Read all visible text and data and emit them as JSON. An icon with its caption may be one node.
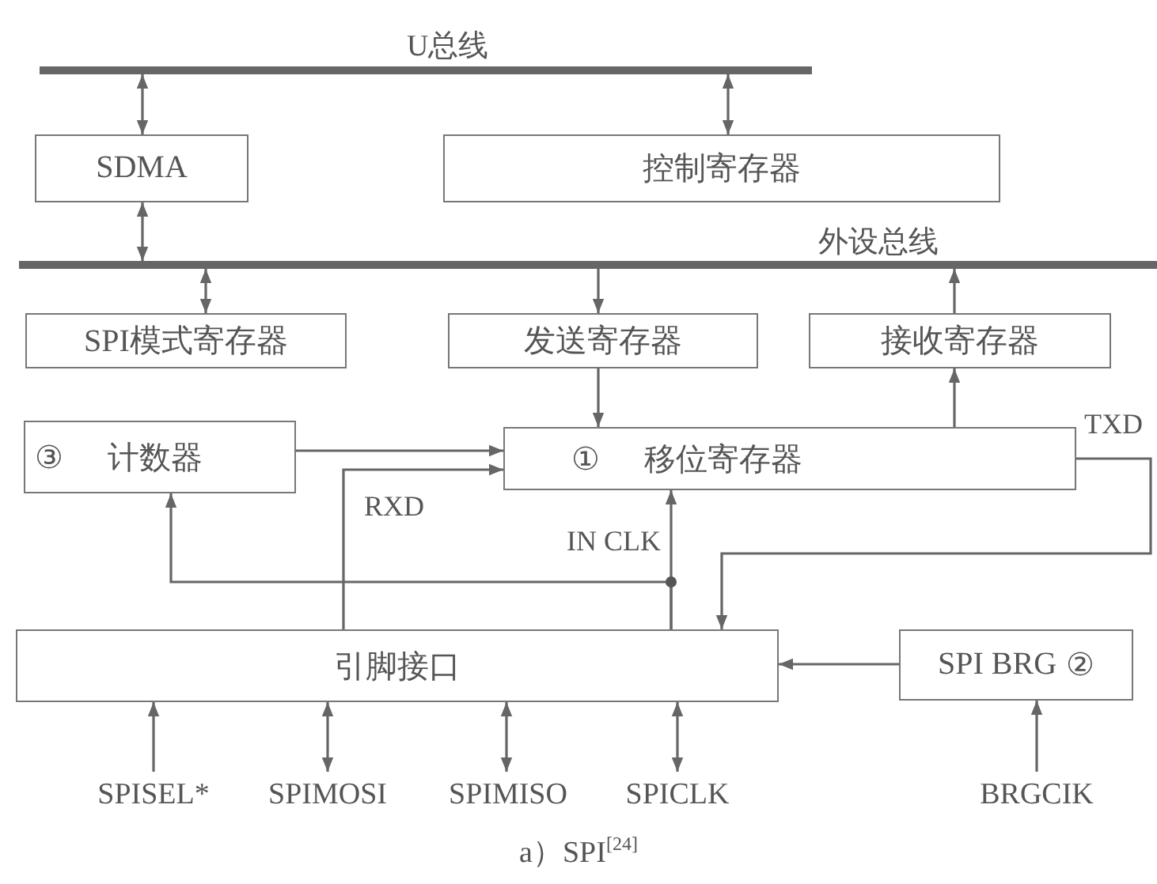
{
  "diagram": {
    "caption": "a）SPI$^{[24]}$",
    "nodes": [
      {
        "text": [
          "U总线"
        ]
      },
      {
        "text": [
          "SDMA"
        ]
      },
      {
        "text": [
          "控制寄存器"
        ]
      },
      {
        "text": [
          "外设总线"
        ]
      },
      {
        "text": [
          "SPI模式寄存器"
        ]
      },
      {
        "text": [
          "发送寄存器"
        ]
      },
      {
        "text": [
          "接收寄存器"
        ]
      },
      {
        "text": [
          "③",
          "计数器"
        ]
      },
      {
        "text": [
          "①",
          "移位寄存器"
        ]
      },
      {
        "text": [
          "引脚接口"
        ]
      },
      {
        "text": [
          "SPI BRG",
          "②"
        ]
      },
      {
        "text": [
          "SPISEL*"
        ]
      },
      {
        "text": [
          "SPIMOSI"
        ]
      },
      {
        "text": [
          "SPIMISO"
        ]
      },
      {
        "text": [
          "SPICLK"
        ]
      },
      {
        "text": [
          "BRGCIK"
        ]
      }
    ],
    "edges": [
      {
        "from": 1,
        "to": 0,
        "arrow": "both"
      },
      {
        "from": 2,
        "to": 0,
        "arrow": "both"
      },
      {
        "from": 1,
        "to": 3,
        "arrow": "both"
      },
      {
        "from": 4,
        "to": 3,
        "arrow": "both"
      },
      {
        "from": 3,
        "to": 5,
        "arrow": "to"
      },
      {
        "from": 6,
        "to": 3,
        "arrow": "to"
      },
      {
        "from": 5,
        "to": 8,
        "arrow": "to"
      },
      {
        "from": 8,
        "to": 6,
        "arrow": "to"
      },
      {
        "from": 7,
        "to": 8,
        "arrow": "to"
      },
      {
        "from": 9,
        "to": 8,
        "arrow": "to",
        "label": "RXD"
      },
      {
        "from": 9,
        "to": 8,
        "arrow": "to",
        "label": "IN CLK"
      },
      {
        "from": 9,
        "to": 7,
        "arrow": "to"
      },
      {
        "from": 8,
        "to": 9,
        "arrow": "to",
        "label": "TXD"
      },
      {
        "from": 10,
        "to": 9,
        "arrow": "to"
      },
      {
        "from": 11,
        "to": 9,
        "arrow": "to"
      },
      {
        "from": 12,
        "to": 9,
        "arrow": "both"
      },
      {
        "from": 13,
        "to": 9,
        "arrow": "both"
      },
      {
        "from": 14,
        "to": 9,
        "arrow": "both"
      },
      {
        "from": 15,
        "to": 10,
        "arrow": "to"
      }
    ]
  }
}
